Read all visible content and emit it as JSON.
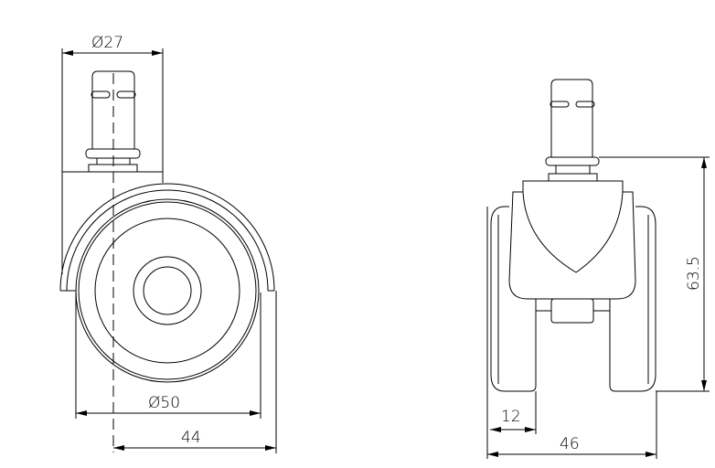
{
  "drawing": {
    "side_view": {
      "stem_diameter": "Ø27",
      "wheel_diameter": "Ø50",
      "offset": "44"
    },
    "front_view": {
      "height": "63.5",
      "wheel_width": "12",
      "overall_width": "46"
    }
  }
}
